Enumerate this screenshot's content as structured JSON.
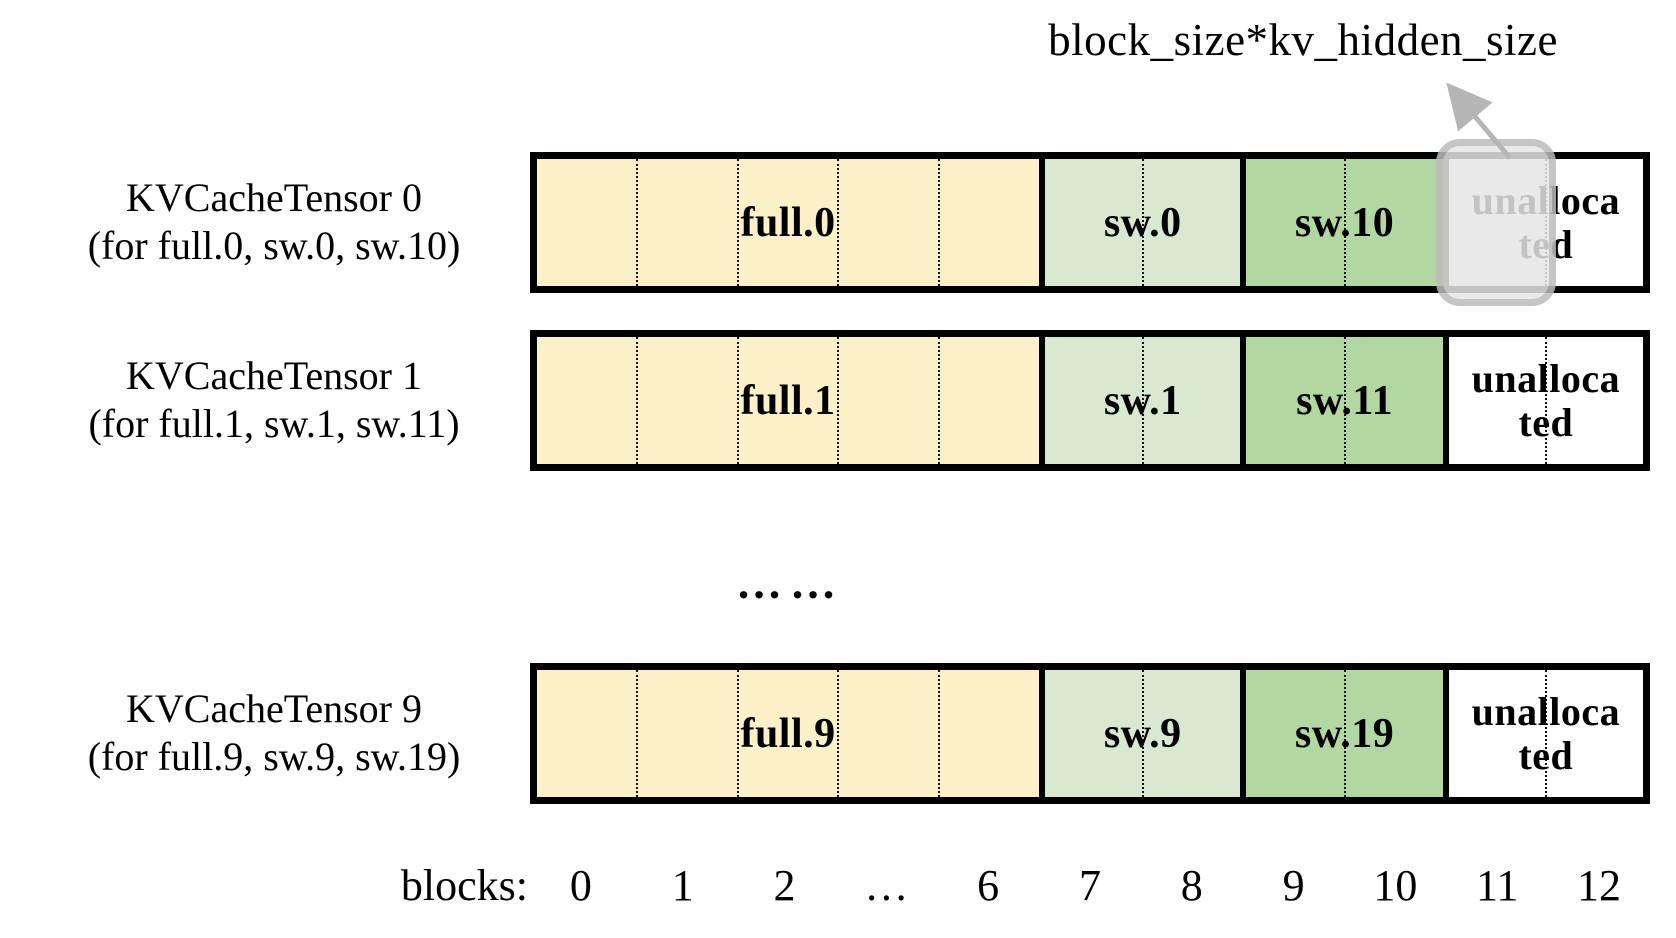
{
  "annotation": {
    "label": "block_size*kv_hidden_size"
  },
  "rows": [
    {
      "title": "KVCacheTensor 0",
      "subtitle": "(for full.0, sw.0, sw.10)",
      "full_label": "full.0",
      "sw_label": "sw.0",
      "sw2_label": "sw.10",
      "unallocated_line1": "unalloca",
      "unallocated_line2": "ted",
      "highlighted": true
    },
    {
      "title": "KVCacheTensor 1",
      "subtitle": "(for full.1, sw.1, sw.11)",
      "full_label": "full.1",
      "sw_label": "sw.1",
      "sw2_label": "sw.11",
      "unallocated_line1": "unalloca",
      "unallocated_line2": "ted",
      "highlighted": false
    },
    {
      "title": "KVCacheTensor 9",
      "subtitle": "(for full.9, sw.9, sw.19)",
      "full_label": "full.9",
      "sw_label": "sw.9",
      "sw2_label": "sw.19",
      "unallocated_line1": "unalloca",
      "unallocated_line2": "ted",
      "highlighted": false
    }
  ],
  "row_separator": "……",
  "axis": {
    "label": "blocks:",
    "ticks": [
      "0",
      "1",
      "2",
      "…",
      "6",
      "7",
      "8",
      "9",
      "10",
      "11",
      "12"
    ]
  },
  "colors": {
    "full": "#FCF0C8",
    "sw": "#D9E8D1",
    "sw2": "#B3D7A3",
    "unallocated": "#FFFFFF",
    "border": "#000000",
    "highlight_fill": "#E6E6E6",
    "highlight_border": "#BCBCBC",
    "arrow": "#B5B5B5"
  }
}
